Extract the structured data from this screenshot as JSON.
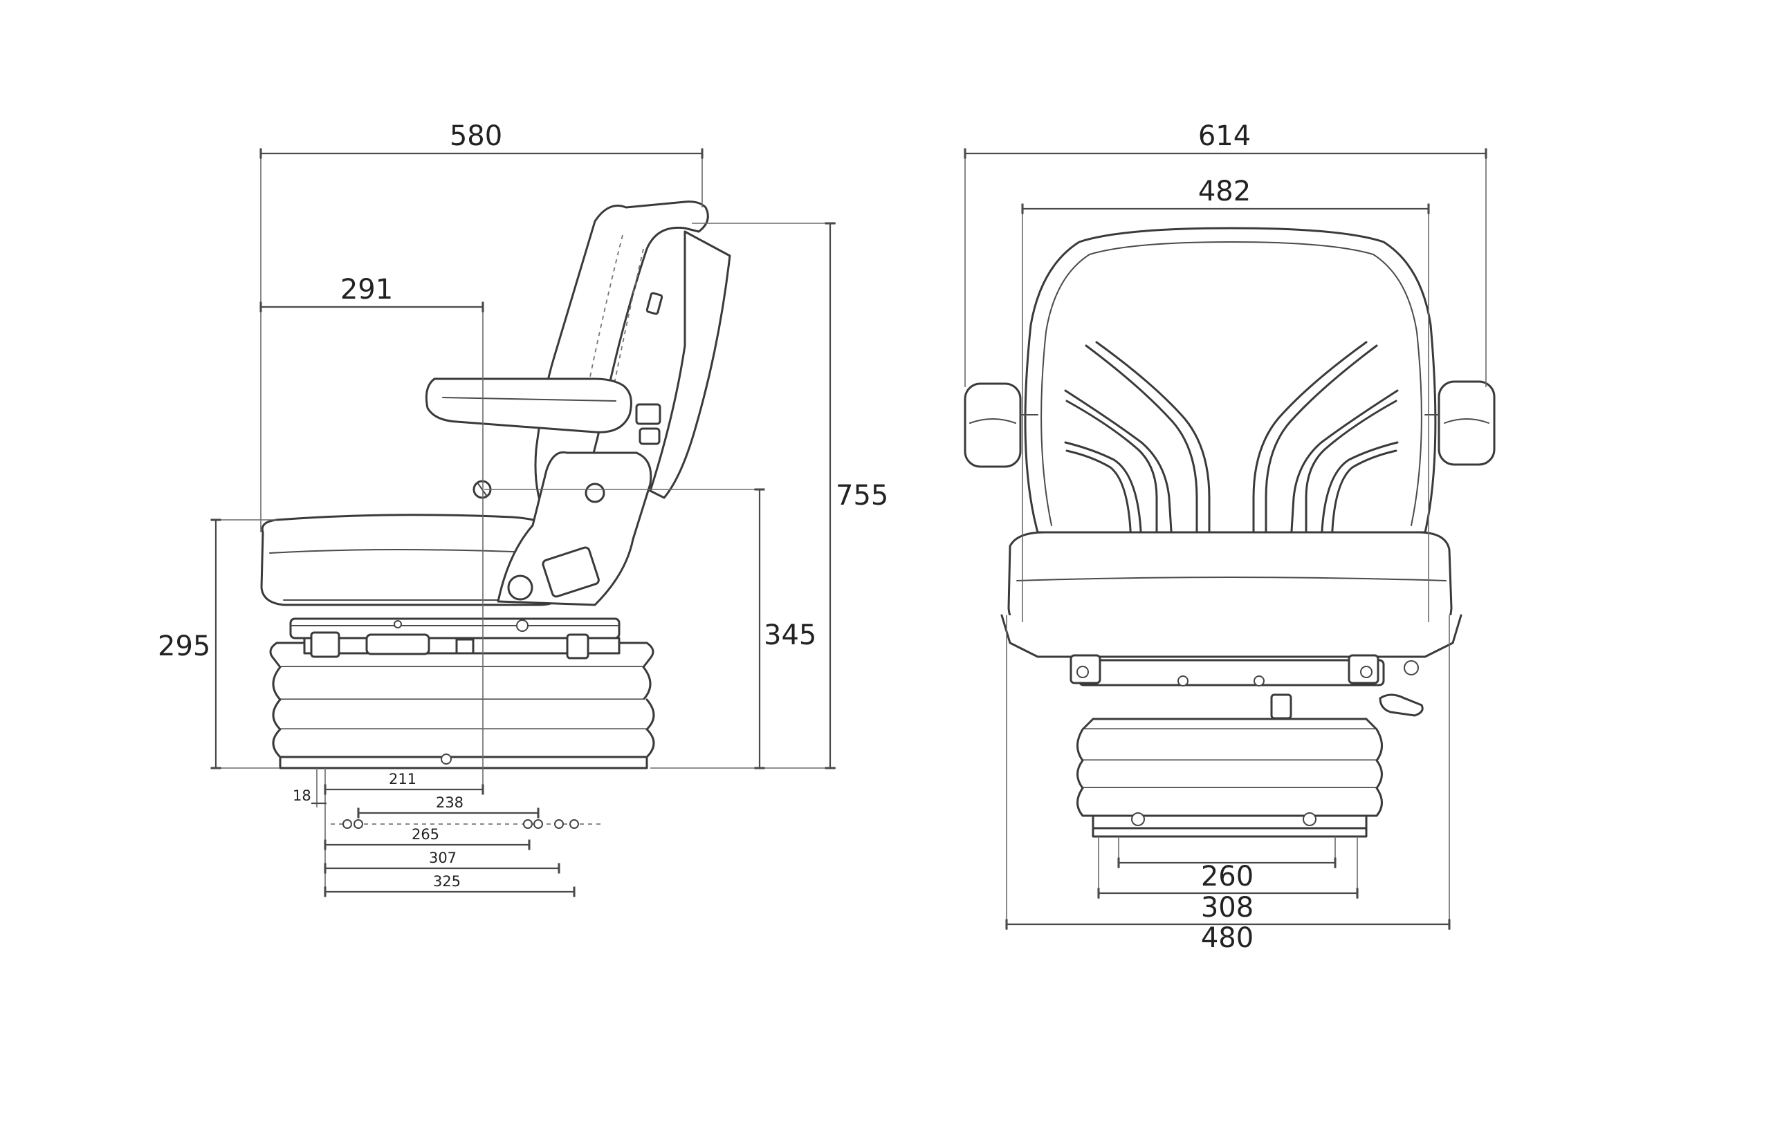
{
  "side_view": {
    "width_580": "580",
    "hip_291": "291",
    "height_755": "755",
    "height_345": "345",
    "height_295": "295",
    "rail_211": "211",
    "rail_18": "18",
    "rail_238": "238",
    "rail_265": "265",
    "rail_307": "307",
    "rail_325": "325"
  },
  "front_view": {
    "width_614": "614",
    "width_482": "482",
    "base_260": "260",
    "base_308": "308",
    "base_480": "480"
  }
}
